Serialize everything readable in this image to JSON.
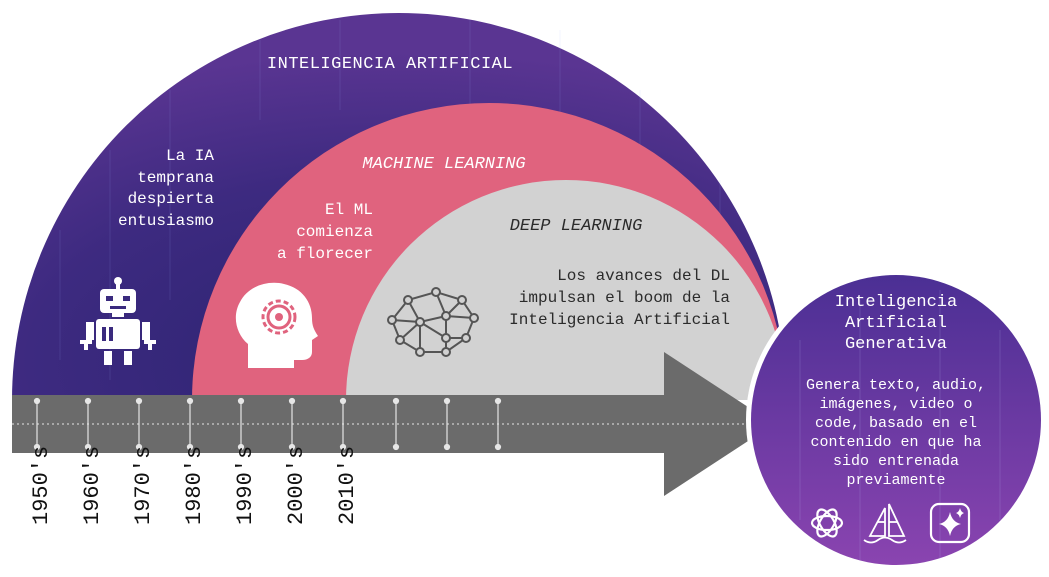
{
  "colors": {
    "ai_outer": "#4a2a86",
    "ai_inner": "#2a2370",
    "ml": "#e0637e",
    "dl": "#d2d2d2",
    "arrow": "#6b6b6b",
    "genai_top": "#5b3ba0",
    "genai_bottom": "#8a44b0",
    "text_light": "#ffffff",
    "text_dark": "#2b2b2b"
  },
  "ai": {
    "title": "INTELIGENCIA ARTIFICIAL",
    "caption_lines": [
      "La IA",
      "temprana",
      "despierta",
      "entusiasmo"
    ],
    "icon": "robot-icon"
  },
  "ml": {
    "title": "MACHINE LEARNING",
    "caption_lines": [
      "El ML",
      "comienza",
      "a florecer"
    ],
    "icon": "head-gear-icon"
  },
  "dl": {
    "title": "DEEP LEARNING",
    "caption_lines": [
      "Los avances del DL",
      "impulsan el boom de la",
      "Inteligencia Artificial"
    ],
    "icon": "neural-network-icon"
  },
  "timeline": {
    "decades": [
      "1950's",
      "1960's",
      "1970's",
      "1980's",
      "1990's",
      "2000's",
      "2010's"
    ]
  },
  "genai": {
    "title_lines": [
      "Inteligencia",
      "Artificial",
      "Generativa"
    ],
    "caption_lines": [
      "Genera texto, audio,",
      "imágenes, video o",
      "code, basado en el",
      "contenido en que ha",
      "sido entrenada",
      "previamente"
    ],
    "icons": [
      "openai-icon",
      "sailboat-icon",
      "sparkle-icon"
    ]
  }
}
